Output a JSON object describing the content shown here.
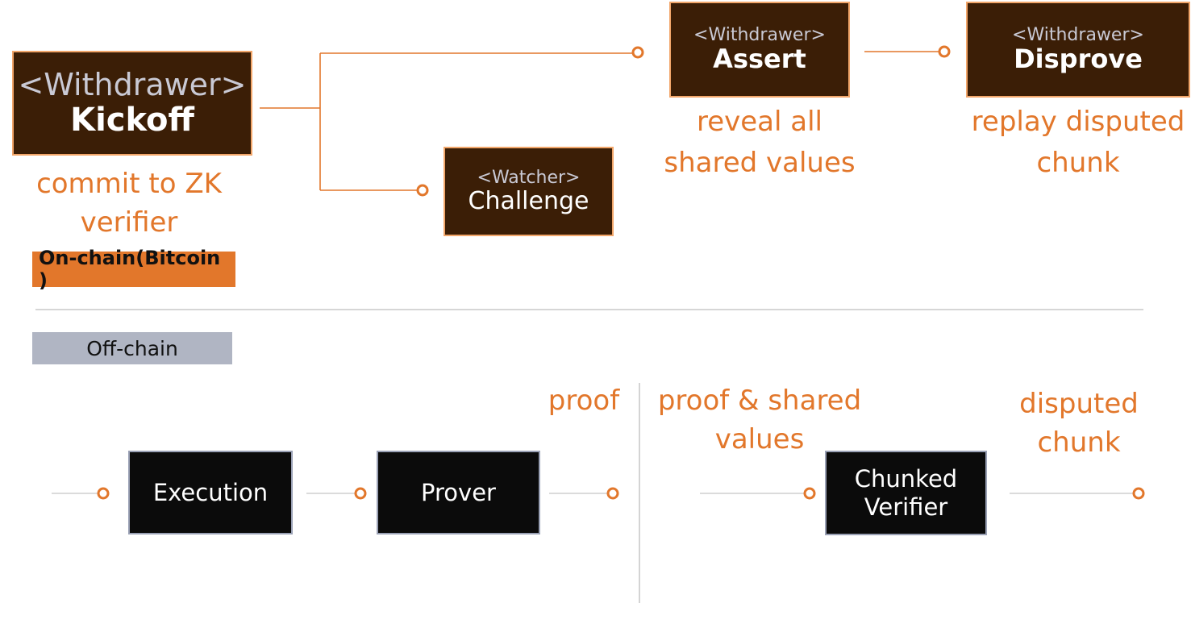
{
  "colors": {
    "accent_orange": "#e2772b",
    "box_brown": "#3b1e06",
    "box_border_peach": "#f2a66a",
    "box_black": "#0b0b0b",
    "box_border_grey": "#9aa1b5",
    "offchain_tag_bg": "#b0b5c3",
    "divider_grey": "#cccccc"
  },
  "onchain": {
    "tag": "On-chain(Bitcoin )",
    "kickoff": {
      "role": "<Withdrawer>",
      "action": "Kickoff",
      "caption_line1": "commit to ZK",
      "caption_line2": "verifier"
    },
    "challenge": {
      "role": "<Watcher>",
      "action": "Challenge"
    },
    "assert": {
      "role": "<Withdrawer>",
      "action": "Assert",
      "caption_line1": "reveal all",
      "caption_line2": "shared values"
    },
    "disprove": {
      "role": "<Withdrawer>",
      "action": "Disprove",
      "caption_line1": "replay disputed",
      "caption_line2": "chunk"
    }
  },
  "offchain": {
    "tag": "Off-chain",
    "execution": {
      "label": "Execution"
    },
    "prover": {
      "label": "Prover"
    },
    "proof_label": "proof",
    "shared_label_line1": "proof & shared",
    "shared_label_line2": "values",
    "verifier": {
      "label_line1": "Chunked",
      "label_line2": "Verifier"
    },
    "disputed_line1": "disputed",
    "disputed_line2": "chunk"
  }
}
